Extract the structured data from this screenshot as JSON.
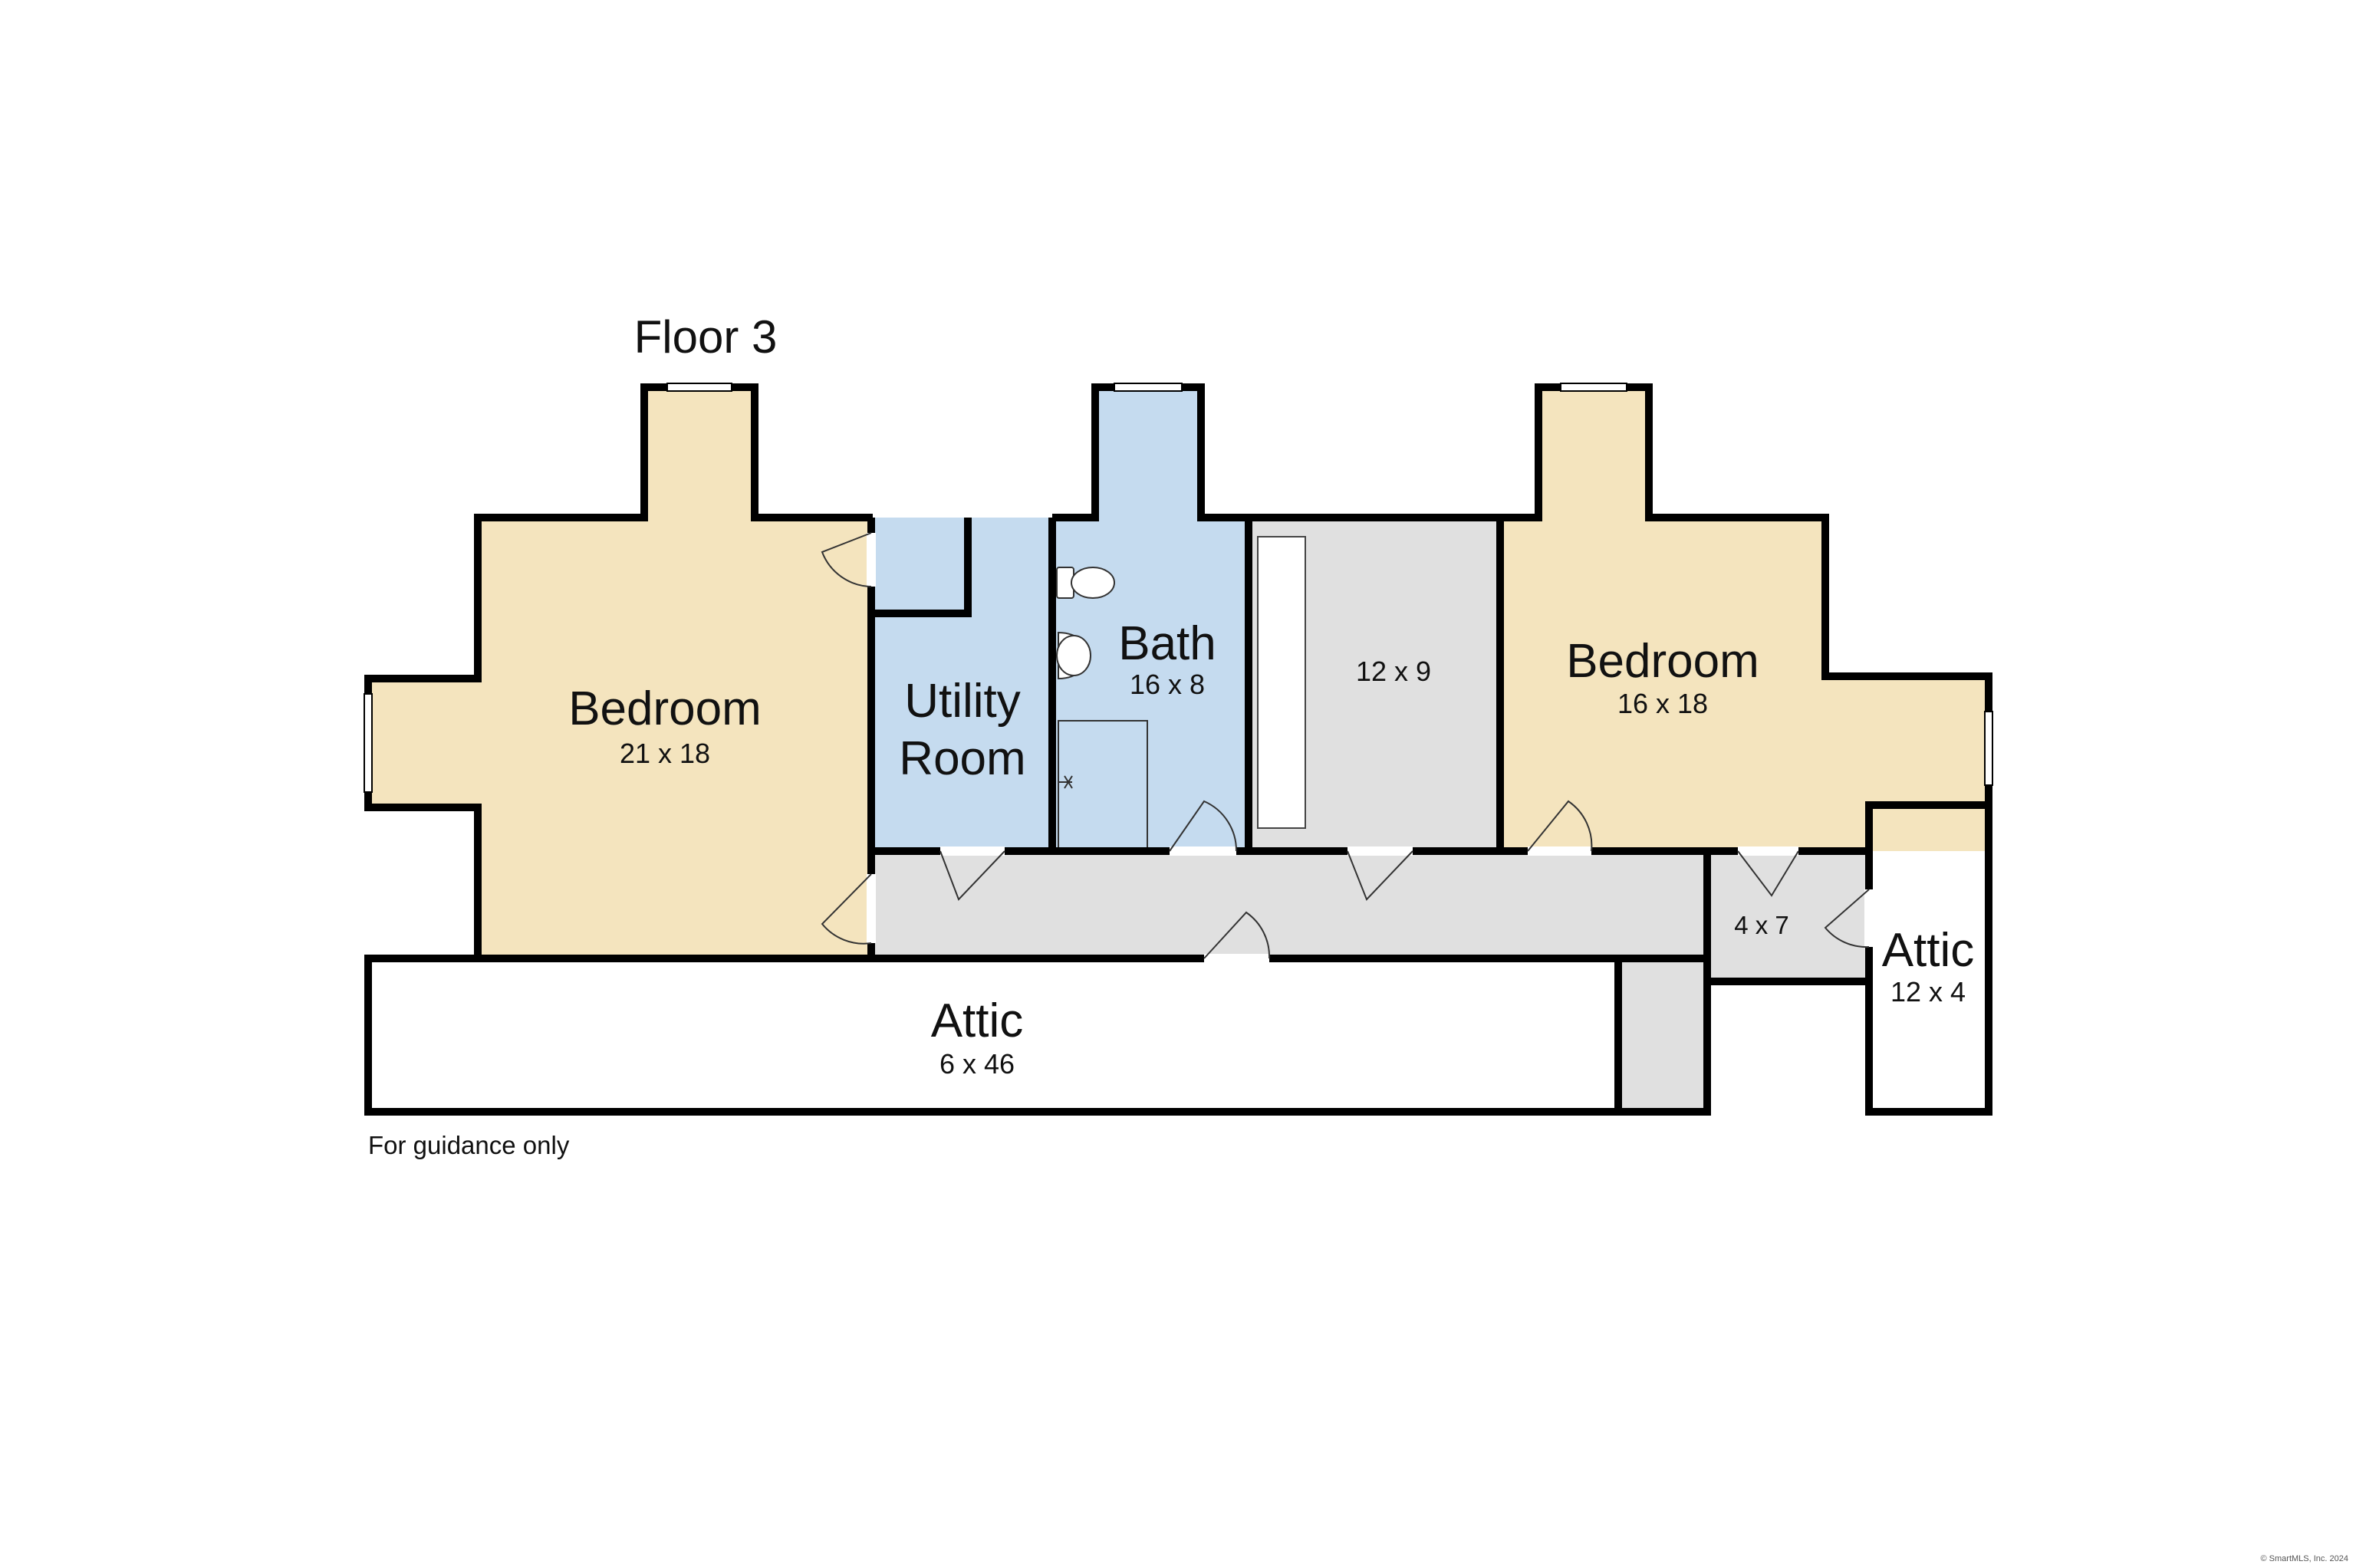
{
  "title": "Floor 3",
  "footer": "For guidance only",
  "copyright": "© SmartMLS, Inc. 2024",
  "colors": {
    "bedroom": "#f4e4be",
    "wet_room": "#c5dbef",
    "hall": "#e0e0e0",
    "attic": "#ffffff",
    "wall": "#000000"
  },
  "rooms": {
    "bedroom_left": {
      "name": "Bedroom",
      "dims": "21 x 18"
    },
    "utility": {
      "name_line1": "Utility",
      "name_line2": "Room"
    },
    "bath": {
      "name": "Bath",
      "dims": "16 x 8"
    },
    "mid_room": {
      "dims": "12 x 9"
    },
    "bedroom_right": {
      "name": "Bedroom",
      "dims": "16 x 18"
    },
    "closet": {
      "dims": "4 x 7"
    },
    "attic_right": {
      "name": "Attic",
      "dims": "12 x 4"
    },
    "attic_bottom": {
      "name": "Attic",
      "dims": "6 x 46"
    }
  }
}
